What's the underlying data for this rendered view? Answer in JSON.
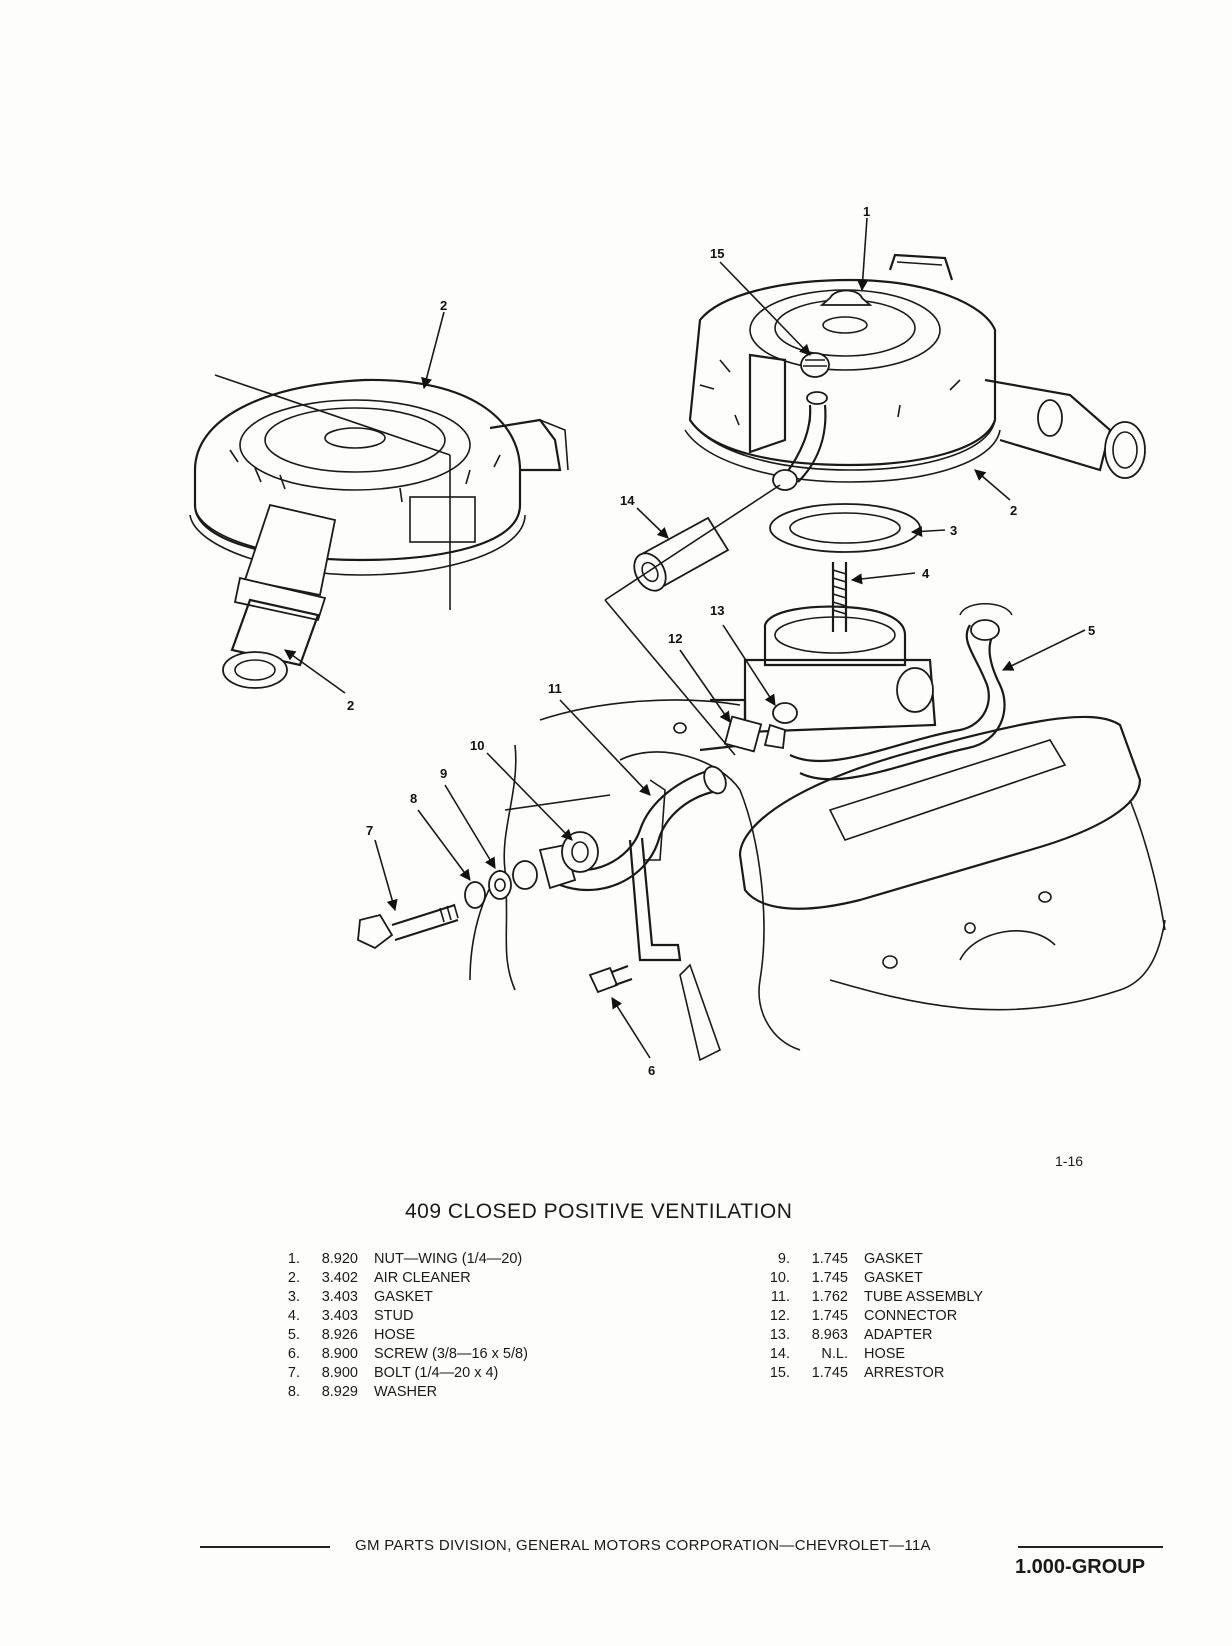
{
  "callouts": {
    "c1": "1",
    "c2a": "2",
    "c2b": "2",
    "c2c": "2",
    "c3": "3",
    "c4": "4",
    "c5": "5",
    "c6": "6",
    "c7": "7",
    "c8": "8",
    "c9": "9",
    "c10": "10",
    "c11": "11",
    "c12": "12",
    "c13": "13",
    "c14": "14",
    "c15": "15"
  },
  "figure_ref": "1-16",
  "title": "409 CLOSED POSITIVE VENTILATION",
  "parts_left": [
    {
      "num": "1.",
      "code": "8.920",
      "desc": "NUT—WING (1/4—20)"
    },
    {
      "num": "2.",
      "code": "3.402",
      "desc": "AIR CLEANER"
    },
    {
      "num": "3.",
      "code": "3.403",
      "desc": "GASKET"
    },
    {
      "num": "4.",
      "code": "3.403",
      "desc": "STUD"
    },
    {
      "num": "5.",
      "code": "8.926",
      "desc": "HOSE"
    },
    {
      "num": "6.",
      "code": "8.900",
      "desc": "SCREW (3/8—16 x 5/8)"
    },
    {
      "num": "7.",
      "code": "8.900",
      "desc": "BOLT (1/4—20 x 4)"
    },
    {
      "num": "8.",
      "code": "8.929",
      "desc": "WASHER"
    }
  ],
  "parts_right": [
    {
      "num": "9.",
      "code": "1.745",
      "desc": "GASKET"
    },
    {
      "num": "10.",
      "code": "1.745",
      "desc": "GASKET"
    },
    {
      "num": "11.",
      "code": "1.762",
      "desc": "TUBE ASSEMBLY"
    },
    {
      "num": "12.",
      "code": "1.745",
      "desc": "CONNECTOR"
    },
    {
      "num": "13.",
      "code": "8.963",
      "desc": "ADAPTER"
    },
    {
      "num": "14.",
      "code": "N.L.",
      "desc": "HOSE"
    },
    {
      "num": "15.",
      "code": "1.745",
      "desc": "ARRESTOR"
    }
  ],
  "footer": "GM PARTS DIVISION, GENERAL MOTORS CORPORATION—CHEVROLET—11A",
  "group": "1.000-GROUP"
}
